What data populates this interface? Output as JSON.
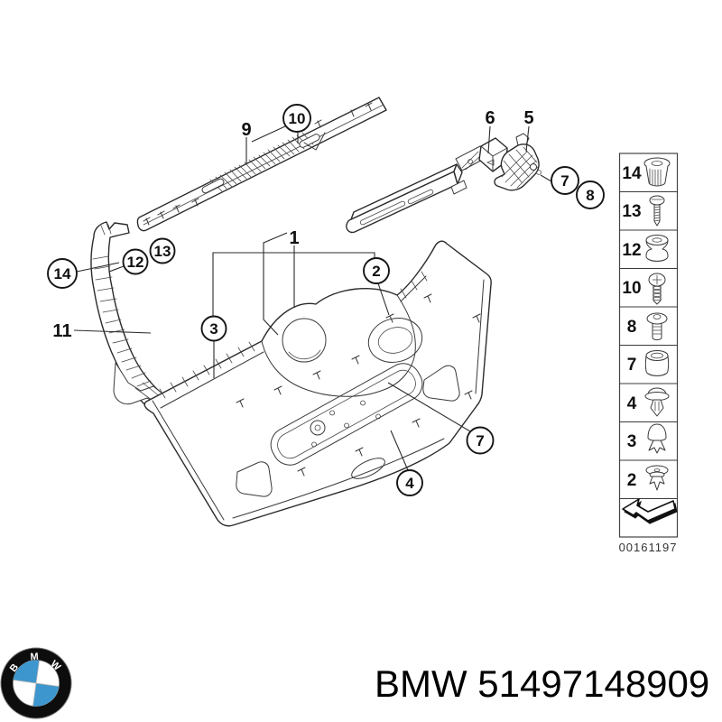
{
  "diagram": {
    "callouts": {
      "n1": "1",
      "n2": "2",
      "n3": "3",
      "n4": "4",
      "n5": "5",
      "n6": "6",
      "n7": "7",
      "n8": "8",
      "n9": "9",
      "n10": "10",
      "n11": "11",
      "n12": "12",
      "n13": "13",
      "n14": "14"
    },
    "doc_number": "00161197"
  },
  "legend": {
    "items": [
      {
        "label": "14",
        "icon": "expanding-nut-icon"
      },
      {
        "label": "13",
        "icon": "tapping-screw-icon"
      },
      {
        "label": "12",
        "icon": "double-grommet-icon"
      },
      {
        "label": "10",
        "icon": "phillips-screw-icon"
      },
      {
        "label": "8",
        "icon": "flange-screw-icon"
      },
      {
        "label": "7",
        "icon": "sleeve-grommet-icon"
      },
      {
        "label": "4",
        "icon": "expanding-rivet-icon"
      },
      {
        "label": "3",
        "icon": "dome-clip-icon"
      },
      {
        "label": "2",
        "icon": "expanding-clip-icon"
      }
    ]
  },
  "footer": {
    "title": "BMW 51497148909",
    "logo_letters": [
      "B",
      "M",
      "W"
    ],
    "logo_blue": "#3d97ce"
  }
}
